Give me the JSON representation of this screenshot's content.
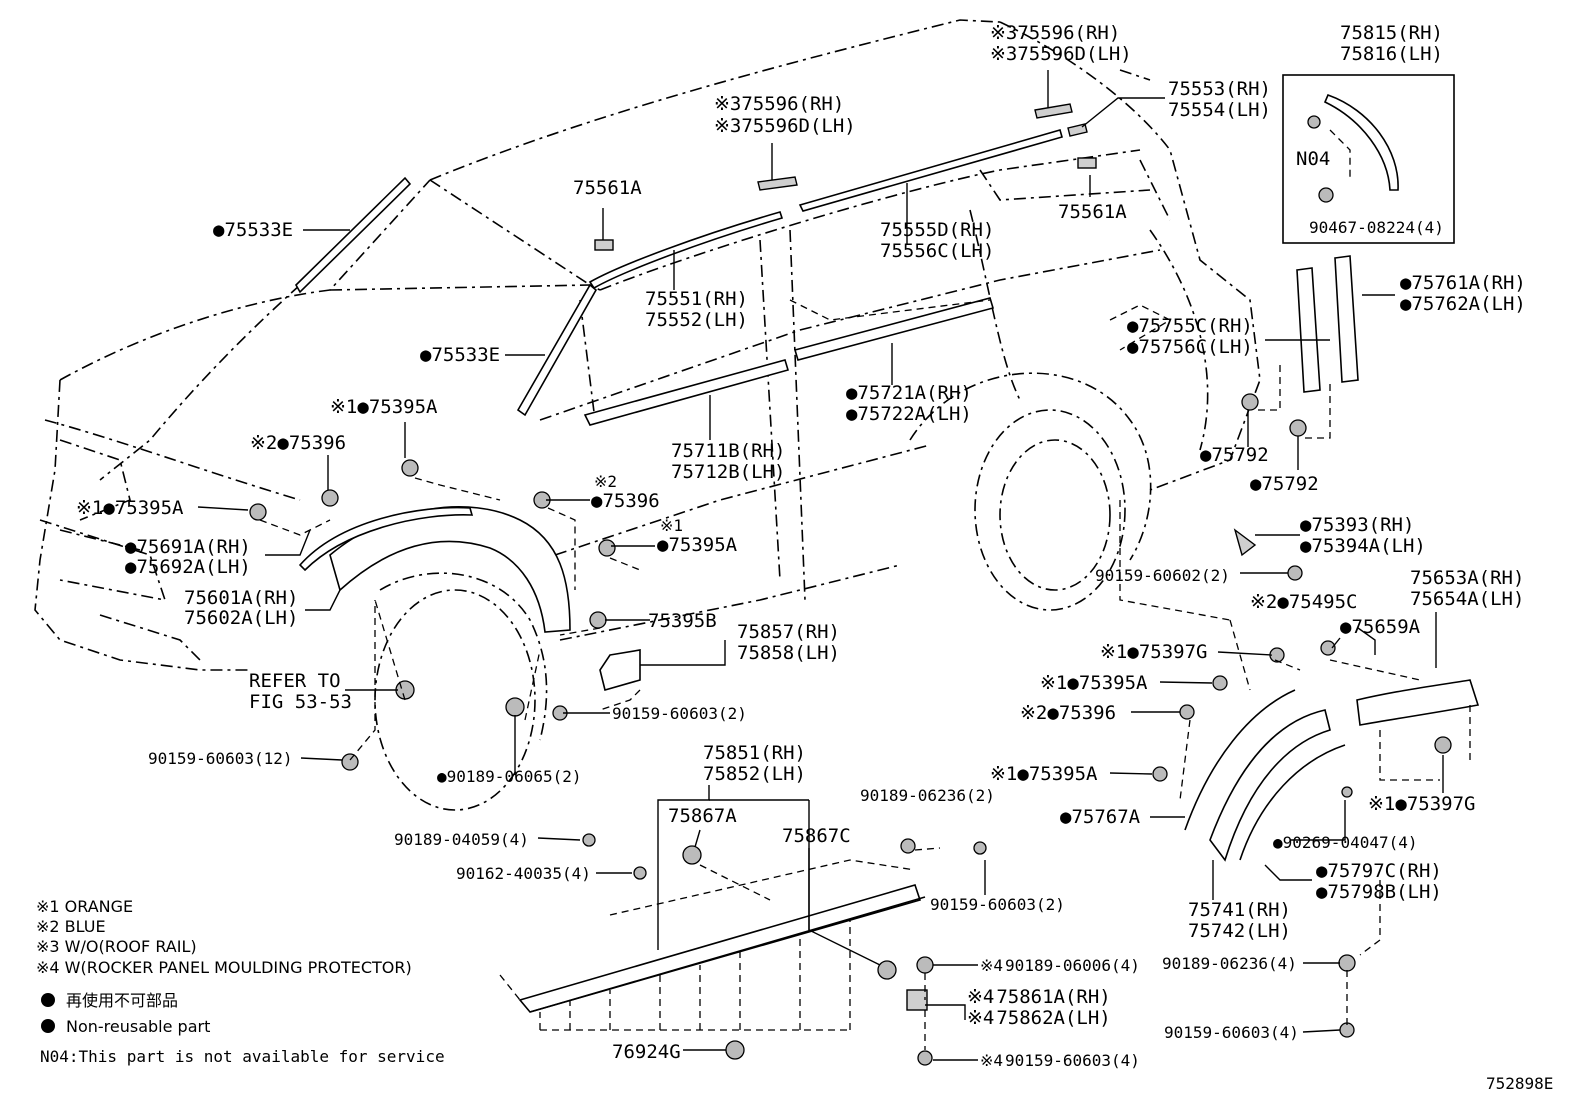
{
  "labels": {
    "l75596a": "75596(RH)",
    "l75596d_a": "75596D(LH)",
    "l75815": "75815(RH)",
    "l75816": "75816(LH)",
    "l75553": "75553(RH)",
    "l75554": "75554(LH)",
    "l75596b": "75596(RH)",
    "l75596d_b": "75596D(LH)",
    "lN04": "N04",
    "l75561a_1": "75561A",
    "l75561a_2": "75561A",
    "l75533e_1": "75533E",
    "l75533e_2": "75533E",
    "l90467": "90467-08224(4)",
    "l75555d": "75555D(RH)",
    "l75556c": "75556C(LH)",
    "l75761a": "75761A(RH)",
    "l75762a": "75762A(LH)",
    "l75551": "75551(RH)",
    "l75552": "75552(LH)",
    "l75755c": "75755C(RH)",
    "l75756c": "75756C(LH)",
    "l75395a_1": "75395A",
    "l75721a": "75721A(RH)",
    "l75722a": "75722A(LH)",
    "l75396_1": "75396",
    "l75711b": "75711B(RH)",
    "l75712b": "75712B(LH)",
    "l75792_1": "75792",
    "l75792_2": "75792",
    "l75396_2": "75396",
    "l75395a_2": "75395A",
    "l75393": "75393(RH)",
    "l75394a": "75394A(LH)",
    "l75691a": "75691A(RH)",
    "l75692a": "75692A(LH)",
    "l75395a_3": "75395A",
    "l90159_60602": "90159-60602(2)",
    "l75653a": "75653A(RH)",
    "l75654a": "75654A(LH)",
    "l75601a": "75601A(RH)",
    "l75602a": "75602A(LH)",
    "l75395b": "75395B",
    "l75857": "75857(RH)",
    "l75858": "75858(LH)",
    "l75495c": "75495C",
    "l75659a": "75659A",
    "l75397g_1": "75397G",
    "l75395a_4": "75395A",
    "lrefer1": "REFER TO",
    "lrefer2": "FIG 53-53",
    "l90159_60603a": "90159-60603(2)",
    "l75396_3": "75396",
    "l90159_60603b": "90159-60603(12)",
    "l90189_06065": "90189-06065(2)",
    "l75851": "75851(RH)",
    "l75852": "75852(LH)",
    "l75395a_5": "75395A",
    "l90189_06236a": "90189-06236(2)",
    "l75397g_2": "75397G",
    "l75867a": "75867A",
    "l75767a": "75767A",
    "l90189_04059": "90189-04059(4)",
    "l75867c": "75867C",
    "l90269": "90269-04047(4)",
    "l90162": "90162-40035(4)",
    "l75797c": "75797C(RH)",
    "l75798b": "75798B(LH)",
    "l90159_60603c": "90159-60603(2)",
    "l75741": "75741(RH)",
    "l75742": "75742(LH)",
    "l90189_06006": "90189-06006(4)",
    "l90189_06236b": "90189-06236(4)",
    "l75861a": "75861A(RH)",
    "l75862a": "75862A(LH)",
    "l90159_60603d": "90159-60603(4)",
    "l76924g": "76924G",
    "l90159_60603e": "90159-60603(4)",
    "ldiagram": "752898E"
  },
  "marks": {
    "n1": "※1",
    "n2": "※2",
    "n3": "※3",
    "n4": "※4",
    "dot": "●"
  },
  "legend": {
    "n1": "※1 ORANGE",
    "n2": "※2 BLUE",
    "n3": "※3 W/O(ROOF RAIL)",
    "n4": "※4 W(ROCKER PANEL MOULDING PROTECTOR)",
    "nonreuse_jp": "再使用不可部品",
    "nonreuse_en": "Non-reusable part",
    "n04": "N04:This part is not available for service"
  }
}
